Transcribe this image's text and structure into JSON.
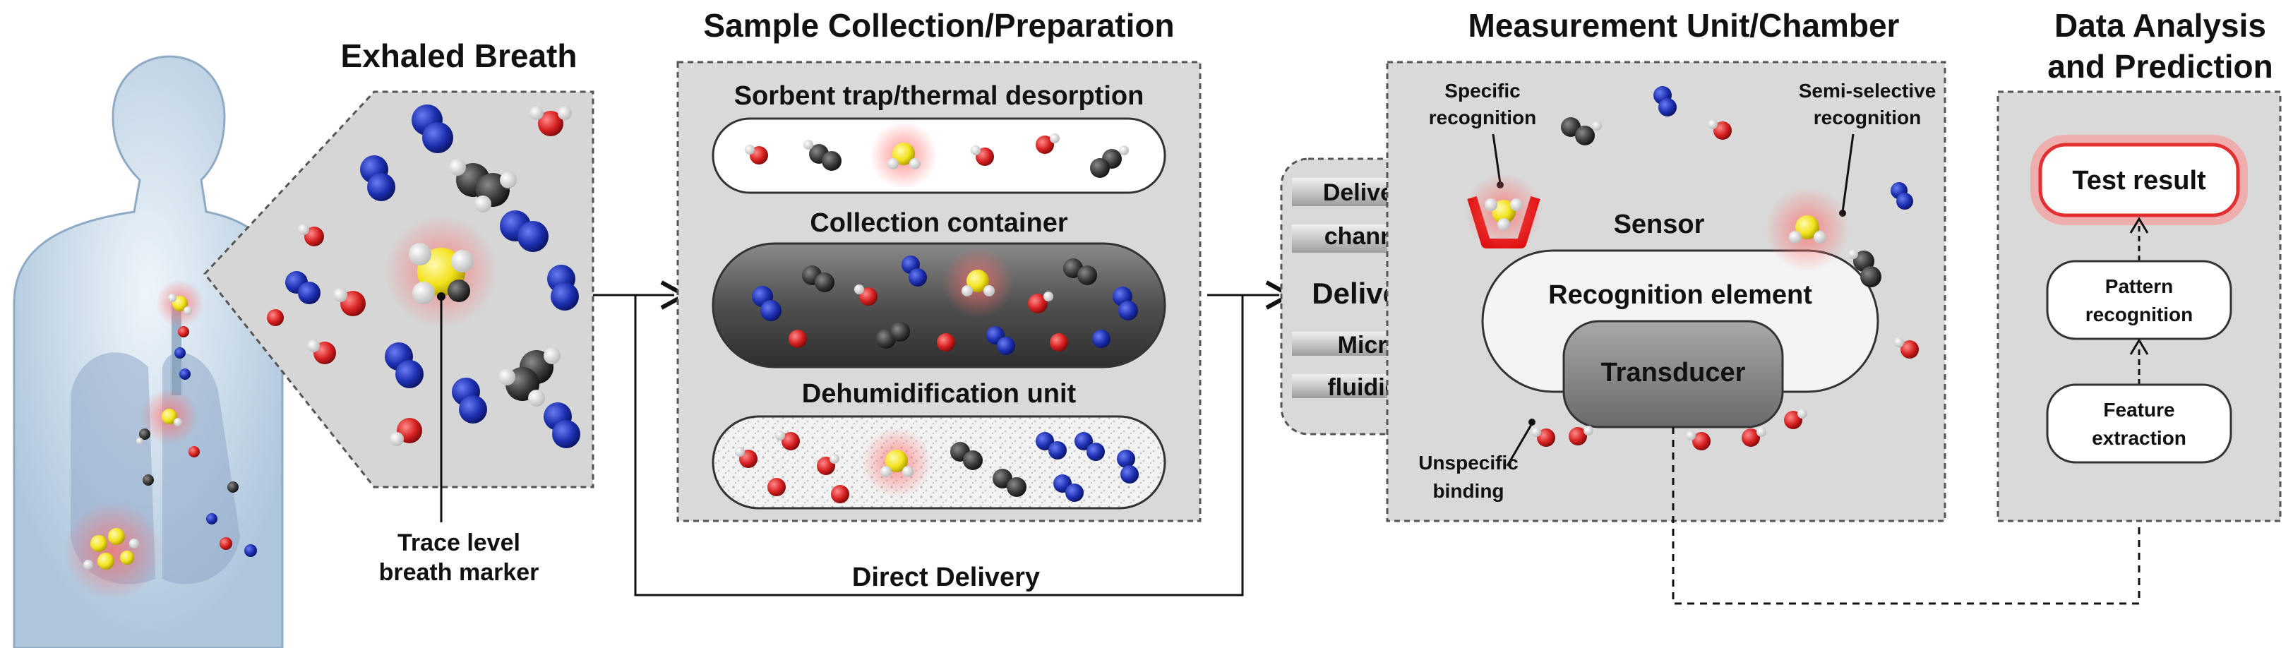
{
  "stages": {
    "exhaled_breath": {
      "title": "Exhaled Breath",
      "marker_label_1": "Trace level",
      "marker_label_2": "breath marker"
    },
    "sample_collection": {
      "title": "Sample Collection/Preparation",
      "sorbent": "Sorbent trap/thermal desorption",
      "collection": "Collection container",
      "dehumidification": "Dehumidification unit"
    },
    "direct_delivery": "Direct Delivery",
    "delivery": {
      "line1": "Delivery",
      "line2": "channel",
      "main": "Delivery",
      "micro": "Micro",
      "fluidics": "fluidics"
    },
    "measurement": {
      "title": "Measurement Unit/Chamber",
      "specific_1": "Specific",
      "specific_2": "recognition",
      "semi_1": "Semi-selective",
      "semi_2": "recognition",
      "sensor": "Sensor",
      "recognition_element": "Recognition element",
      "transducer": "Transducer",
      "unspecific_1": "Unspecific",
      "unspecific_2": "binding"
    },
    "analysis": {
      "title_1": "Data Analysis",
      "title_2": "and Prediction",
      "test_result": "Test result",
      "pattern_1": "Pattern",
      "pattern_2": "recognition",
      "feature_1": "Feature",
      "feature_2": "extraction"
    }
  },
  "colors": {
    "water_red": "#d61f1f",
    "nitrogen_blue": "#1c2fb0",
    "marker_yellow": "#f2e21c",
    "carbon_dark": "#3a3a3a",
    "panel_gray": "#d9d9d9",
    "highlight_red": "#e23030"
  }
}
